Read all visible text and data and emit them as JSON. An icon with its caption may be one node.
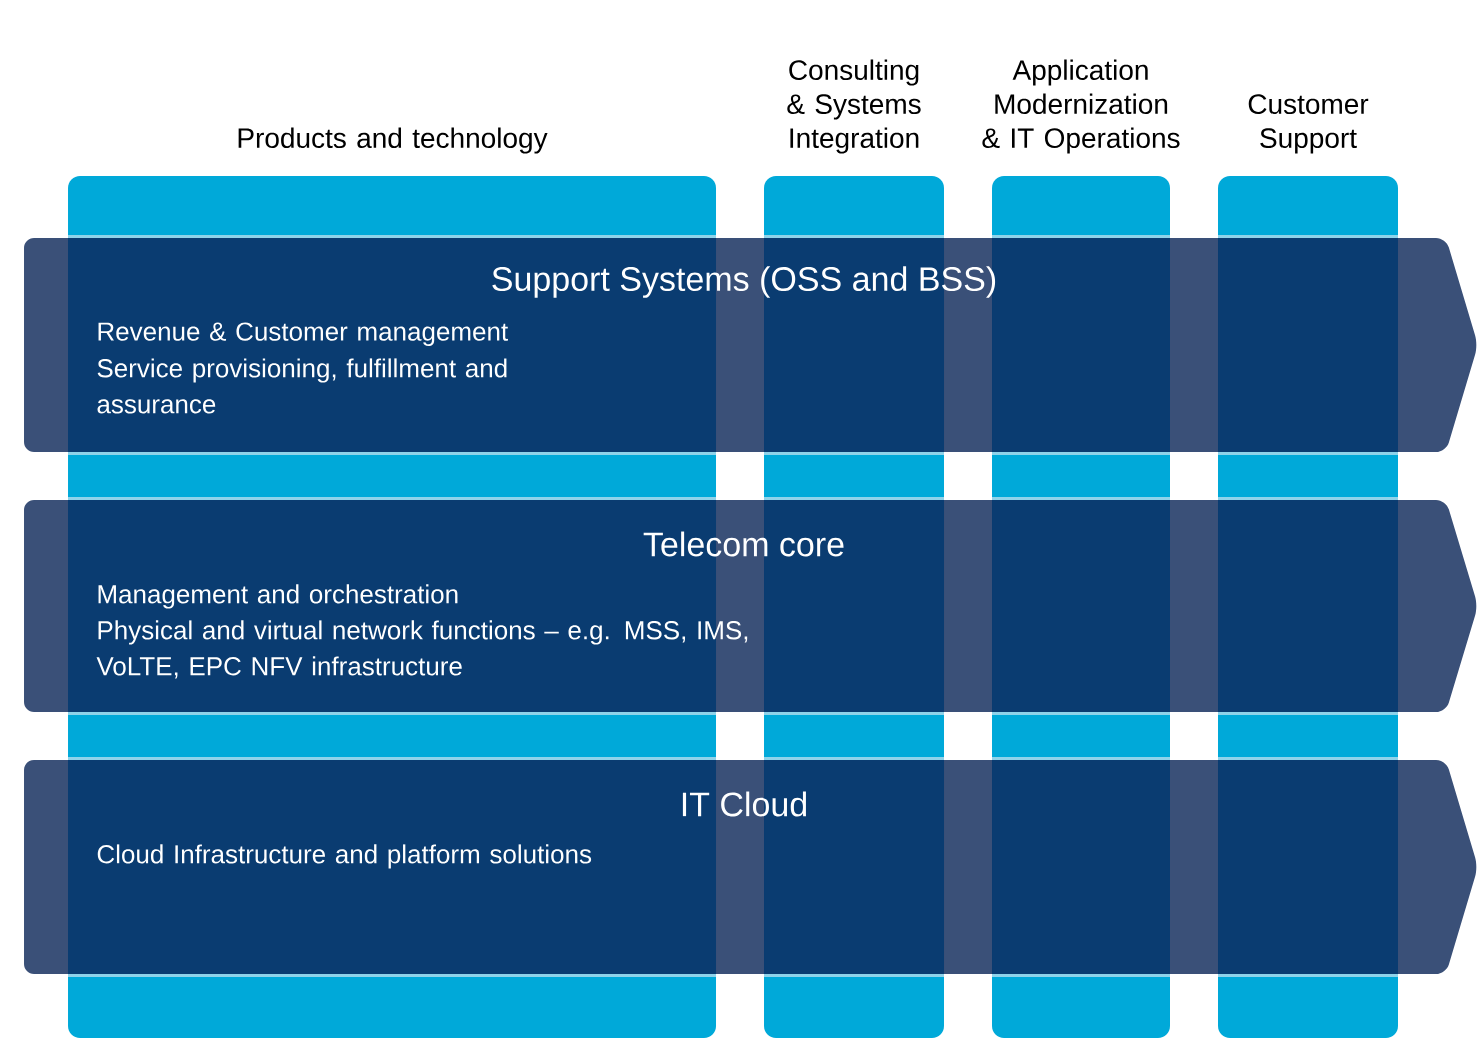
{
  "diagram": {
    "nodes": [
      {
        "text": [
          "Products and technology"
        ]
      },
      {
        "text": [
          "Consulting & Systems Integration"
        ]
      },
      {
        "text": [
          "Application Modernization & IT Operations"
        ]
      },
      {
        "text": [
          "Customer Support"
        ]
      },
      {
        "text": [
          "Support Systems (OSS and BSS)",
          "Revenue & Customer management",
          "Service provisioning, fulfillment and assurance"
        ]
      },
      {
        "text": [
          "Telecom core",
          "Management and orchestration",
          "Physical and virtual network functions – e.g. MSS, IMS, VoLTE, EPC NFV infrastructure"
        ]
      },
      {
        "text": [
          "IT Cloud",
          "Cloud Infrastructure and platform solutions"
        ]
      }
    ]
  }
}
